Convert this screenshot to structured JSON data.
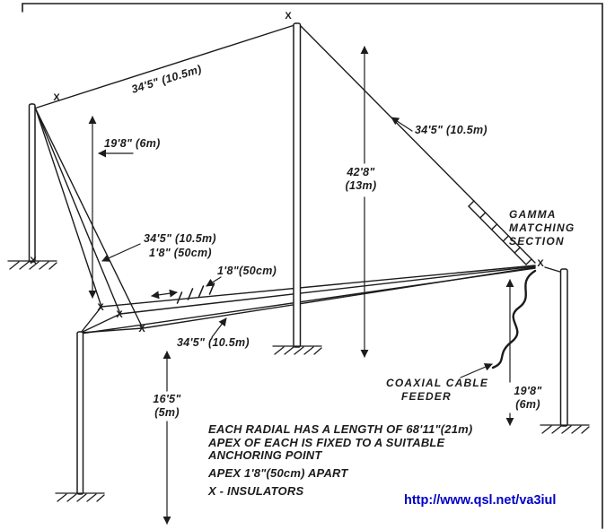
{
  "diagram": {
    "insulator_symbol": "X",
    "measurements": {
      "top_wire": "34'5\" (10.5m)",
      "right_wire": "34'5\" (10.5m)",
      "left_pole_height": "19'8\" (6m)",
      "center_height": {
        "feet": "42'8\"",
        "meters": "(13m)"
      },
      "radial_upper": "34'5\" (10.5m)",
      "apex_gap_upper": "1'8\" (50cm)",
      "apex_gap_lower": "1'8\"(50cm)",
      "radial_lower": "34'5\" (10.5m)",
      "front_pole_height": {
        "feet": "16'5\"",
        "meters": "(5m)"
      },
      "right_pole_height": {
        "feet": "19'8\"",
        "meters": "(6m)"
      }
    },
    "callouts": {
      "gamma": {
        "line1": "GAMMA",
        "line2": "MATCHING",
        "line3": "SECTION"
      },
      "coax": {
        "line1": "COAXIAL CABLE",
        "line2": "FEEDER"
      }
    },
    "notes": {
      "line1": "EACH RADIAL HAS A LENGTH OF 68'11\"(21m)",
      "line2": "APEX OF EACH IS FIXED TO A SUITABLE",
      "line3": "ANCHORING POINT",
      "line4": "APEX 1'8\"(50cm) APART",
      "line5": "X - INSULATORS"
    },
    "credit": {
      "url": "http://www.qsl.net/va3iul"
    },
    "colors": {
      "ink": "#1c1c1c",
      "background": "#ffffff",
      "link": "#0000c8"
    }
  }
}
